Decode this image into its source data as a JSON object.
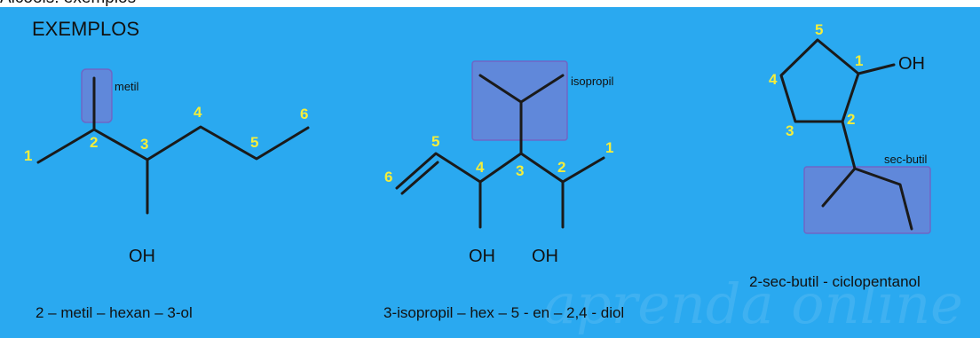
{
  "header": {
    "cut_text": "Álcoois: exemplos",
    "title": "EXEMPLOS"
  },
  "colors": {
    "background": "#2aa9f0",
    "numbers": "#f5ee3a",
    "highlight": "#8c6ec8"
  },
  "molecule1": {
    "numbers": [
      "1",
      "2",
      "3",
      "4",
      "5",
      "6"
    ],
    "substituent": "metil",
    "group": "OH",
    "name": "2 – metil – hexan – 3-ol"
  },
  "molecule2": {
    "numbers": [
      "1",
      "2",
      "3",
      "4",
      "5",
      "6"
    ],
    "substituent": "isopropil",
    "groups": [
      "OH",
      "OH"
    ],
    "name": "3-isopropil – hex – 5 - en – 2,4 - diol"
  },
  "molecule3": {
    "numbers": [
      "1",
      "2",
      "3",
      "4",
      "5"
    ],
    "substituent": "sec-butil",
    "group": "OH",
    "name": "2-sec-butil - ciclopentanol"
  },
  "watermark": {
    "text": "aprenda online"
  }
}
